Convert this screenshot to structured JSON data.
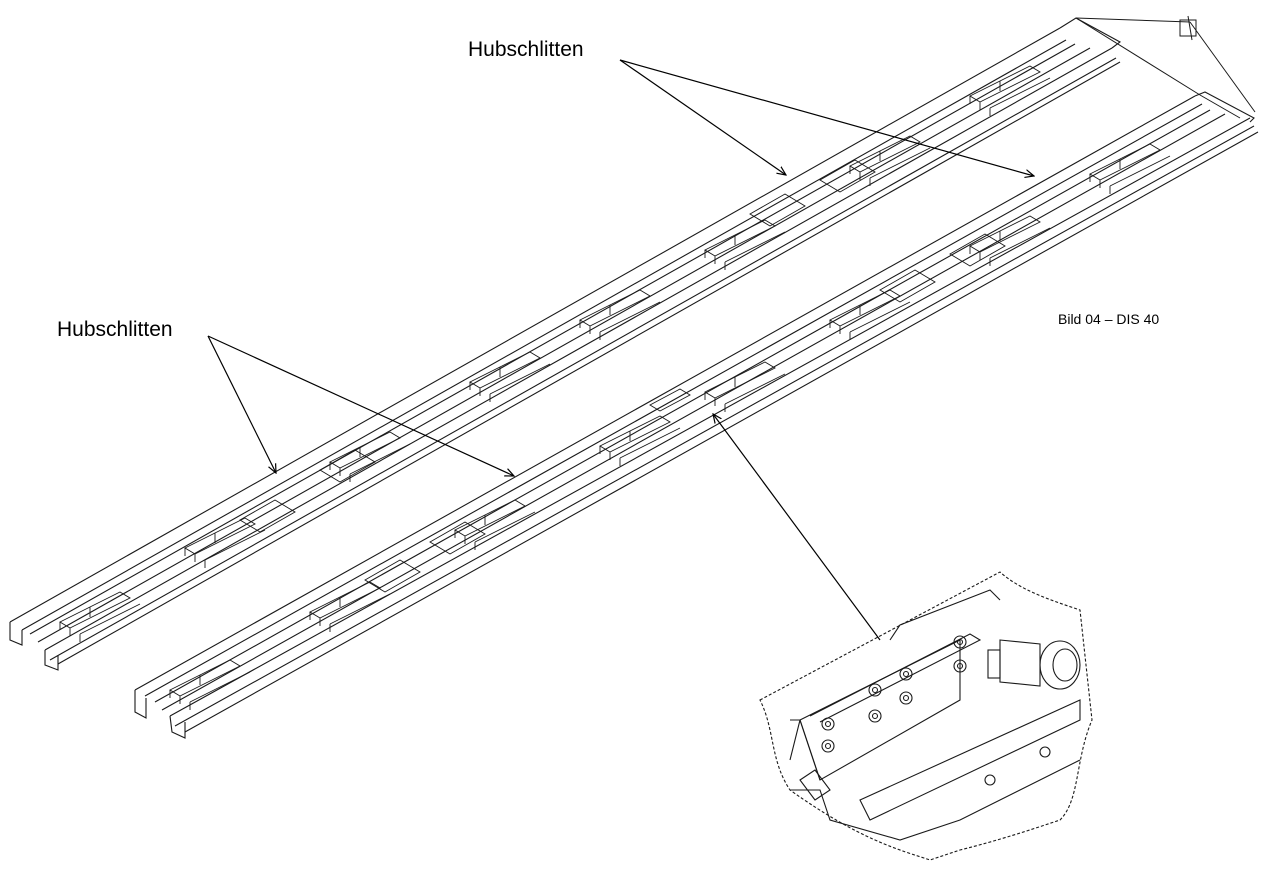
{
  "labels": {
    "hubschlitten_top": "Hubschlitten",
    "hubschlitten_left": "Hubschlitten",
    "figure_caption": "Bild 04 – DIS 40"
  },
  "colors": {
    "line": "#1a1a1a",
    "background": "#ffffff"
  }
}
